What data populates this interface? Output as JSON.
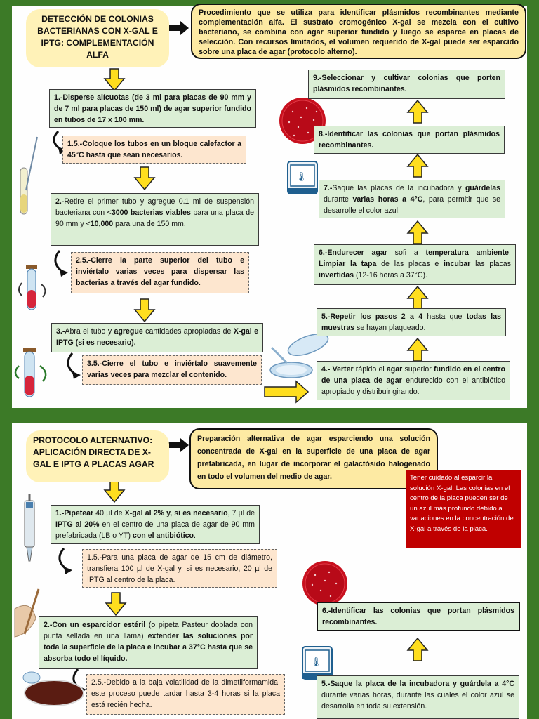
{
  "colors": {
    "page_bg": "#3c7a27",
    "green_box": "#dbeed5",
    "orange_box": "#fde6cf",
    "yellow_box": "#fdeaa3",
    "title_box": "#fff2b8",
    "arrow_fill": "#ffde1e",
    "warning_box": "#c00000"
  },
  "icons": [
    "right-arrow-icon",
    "down-arrow-icon",
    "up-arrow-icon",
    "curved-arrow-icon",
    "test-tube-icon",
    "incubator-icon",
    "petri-dish-icon",
    "pipette-icon",
    "spreader-icon"
  ],
  "section1": {
    "title": "DETECCIÓN DE COLONIAS BACTERIANAS CON X-GAL E IPTG: COMPLEMENTACIÓN ALFA",
    "intro": "Procedimiento que se utiliza para identificar plásmidos recombinantes mediante complementación alfa. El sustrato cromogénico X-gal se mezcla con el cultivo bacteriano, se combina con agar superior fundido y luego se esparce en placas de selección. Con recursos limitados, el volumen requerido de X-gal puede ser esparcido sobre una placa de agar (protocolo alterno).",
    "step1": "1.-Disperse alícuotas (de 3 ml para placas de 90 mm y de 7 ml para placas de 150 ml) de agar superior fundido en tubos de 17 x 100 mm.",
    "step1_5": "1.5.-Coloque los tubos en un bloque calefactor a 45°C hasta que sean necesarios.",
    "step2": {
      "a": "2.-",
      "b": "Retire el primer tubo y agregue 0.1 ml de suspensión bacteriana con <",
      "c": "3000 bacterias viables",
      "d": " para una placa de 90 mm y <",
      "e": "10,000",
      "f": " para una de 150 mm."
    },
    "step2_5": "2.5.-Cierre la parte superior del tubo e inviértalo varias veces para dispersar las bacterias a través del agar fundido.",
    "step3": {
      "a": "3.-",
      "b": "Abra el tubo y ",
      "c": "agregue",
      "d": " cantidades apropiadas de ",
      "e": "X-gal e IPTG (si es necesario)."
    },
    "step3_5": "3.5.-Cierre el tubo e inviértalo suavemente varias veces para mezclar el contenido.",
    "step4": {
      "a": "4.- Verter",
      "b": " rápido el ",
      "c": "agar",
      "d": " superior ",
      "e": "fundido en el centro de una placa de agar",
      "f": " endurecido con el antibiótico apropiado y distribuir girando."
    },
    "step5": {
      "a": "5.-Repetir los pasos 2 a 4",
      "b": " hasta que ",
      "c": "todas las muestras",
      "d": " se hayan plaqueado."
    },
    "step6": {
      "a": "6.-Endurecer agar",
      "b": " sofi a ",
      "c": "temperatura ambiente",
      "d": ". ",
      "e": "Limpiar la tapa",
      "f": " de las placas e ",
      "g": "incubar",
      "h": " las placas ",
      "i": "invertidas",
      "j": " (12-16 horas a 37°C)."
    },
    "step7": {
      "a": "7.-",
      "b": "Saque las placas de la incubadora y ",
      "c": "guárdelas",
      "d": " durante ",
      "e": "varias horas a 4°C",
      "f": ", para permitir que se desarrolle el color azul."
    },
    "step8": "8.-Identificar las colonias que portan plásmidos recombinantes.",
    "step9": "9.-Seleccionar y cultivar colonias que porten plásmidos recombinantes."
  },
  "section2": {
    "title": "PROTOCOLO ALTERNATIVO: APLICACIÓN DIRECTA DE X-GAL E IPTG A PLACAS AGAR",
    "intro": "Preparación alternativa de agar esparciendo una solución concentrada de X-gal en la superficie de una placa de agar prefabricada, en lugar de incorporar el galactósido halogenado en todo el volumen del medio de agar.",
    "warning": "Tener cuidado al esparcir la solución X-gal. Las colonias en el centro de la placa pueden ser de un azul más profundo debido a variaciones en la concentración de X-gal a través de la placa.",
    "step1": {
      "a": "1.-Pipetear",
      "b": " 40 µl de ",
      "c": "X-gal al 2% y, si es necesario",
      "d": ", 7 µl de ",
      "e": "IPTG al 20%",
      "f": " en el centro de una placa de agar de 90 mm prefabricada (LB o YT) ",
      "g": "con el antibiótico",
      "h": "."
    },
    "step1_5": "1.5.-Para una placa de agar de 15 cm de diámetro, transfiera 100 µl de X-gal y, si es necesario, 20 µl de IPTG al centro de la placa.",
    "step2": {
      "a": "2.-Con un esparcidor estéril",
      "b": " (o pipeta Pasteur doblada con punta sellada en una llama) ",
      "c": "extender las soluciones por toda la superficie de la placa e incubar a 37°C hasta que se absorba todo el líquido."
    },
    "step2_5": "2.5.-Debido a la baja volatilidad de la dimetilformamida, este proceso puede tardar hasta 3-4 horas si la placa está recién hecha.",
    "step5": {
      "a": "5.-Saque la placa de la incubadora y guárdela a 4°C",
      "b": " durante varias horas, durante las cuales el color azul se desarrolla en toda su extensión."
    },
    "step6": "6.-Identificar las colonias que portan plásmidos recombinantes."
  }
}
